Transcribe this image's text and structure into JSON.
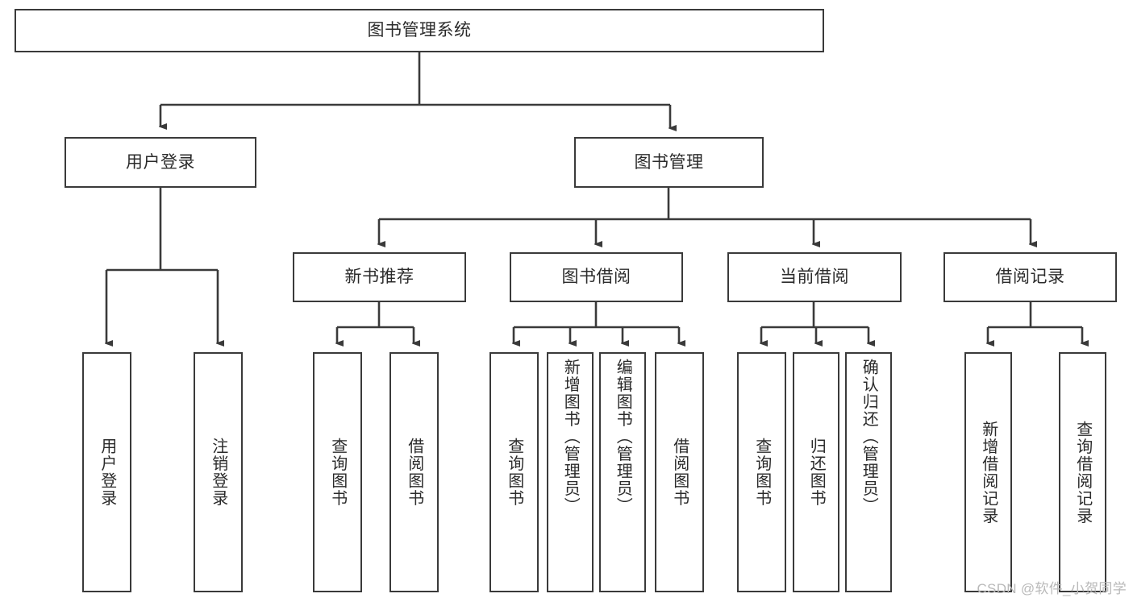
{
  "diagram": {
    "type": "tree-hierarchy",
    "title": "图书管理系统",
    "orientation": "top-down",
    "colors": {
      "background": "#ffffff",
      "box_border": "#3a3a3a",
      "connector": "#3a3a3a",
      "text": "#2b2b2b",
      "watermark": "#b9b9b9"
    },
    "root": {
      "label": "图书管理系统"
    },
    "level2": [
      {
        "label": "用户登录"
      },
      {
        "label": "图书管理"
      }
    ],
    "level3": [
      {
        "label": "新书推荐"
      },
      {
        "label": "图书借阅"
      },
      {
        "label": "当前借阅"
      },
      {
        "label": "借阅记录"
      }
    ],
    "leaves": {
      "user_login": [
        {
          "label": "用户登录"
        },
        {
          "label": "注销登录"
        }
      ],
      "new_book_recommend": [
        {
          "label": "查询图书"
        },
        {
          "label": "借阅图书"
        }
      ],
      "book_borrow": [
        {
          "label": "查询图书"
        },
        {
          "label": "新增图书（管理员）"
        },
        {
          "label": "编辑图书（管理员）"
        },
        {
          "label": "借阅图书"
        }
      ],
      "current_borrow": [
        {
          "label": "查询图书"
        },
        {
          "label": "归还图书"
        },
        {
          "label": "确认归还（管理员）"
        }
      ],
      "borrow_record": [
        {
          "label": "新增借阅记录"
        },
        {
          "label": "查询借阅记录"
        }
      ]
    }
  },
  "watermark": {
    "text": "CSDN @软件_小贺同学"
  }
}
